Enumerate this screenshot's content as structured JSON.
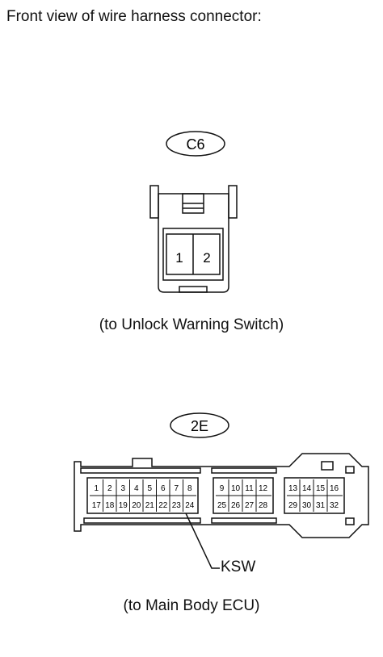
{
  "heading": "Front view of wire harness connector:",
  "connector_c6": {
    "code": "C6",
    "pins": [
      "1",
      "2"
    ],
    "caption": "(to Unlock Warning Switch)"
  },
  "connector_2e": {
    "code": "2E",
    "pins_block_a_top": [
      "1",
      "2",
      "3",
      "4",
      "5",
      "6",
      "7",
      "8"
    ],
    "pins_block_a_bottom": [
      "17",
      "18",
      "19",
      "20",
      "21",
      "22",
      "23",
      "24"
    ],
    "pins_block_b_top": [
      "9",
      "10",
      "11",
      "12"
    ],
    "pins_block_b_bottom": [
      "25",
      "26",
      "27",
      "28"
    ],
    "pins_block_c_top": [
      "13",
      "14",
      "15",
      "16"
    ],
    "pins_block_c_bottom": [
      "29",
      "30",
      "31",
      "32"
    ],
    "terminal_label": "KSW",
    "caption": "(to Main Body ECU)"
  }
}
